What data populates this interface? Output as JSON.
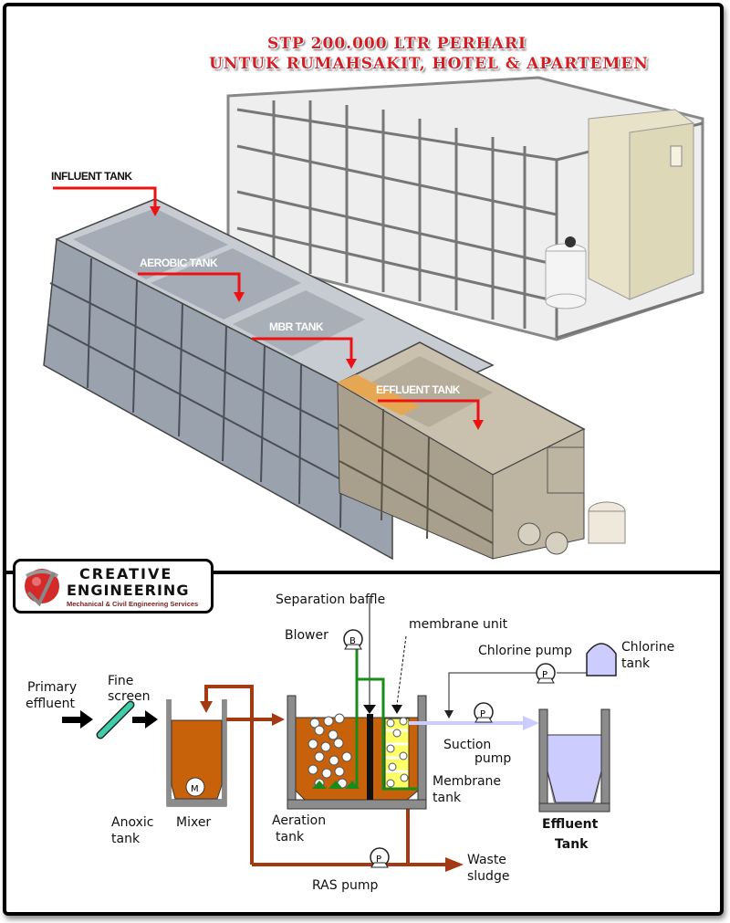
{
  "title": {
    "line1": "STP 200.000 LTR PERHARI",
    "line2": "UNTUK RUMAHSAKIT, HOTEL & APARTEMEN"
  },
  "rendering_3d": {
    "labels": {
      "influent": "INFLUENT TANK",
      "aerobic": "AEROBIC TANK",
      "mbr": "MBR TANK",
      "effluent": "EFFLUENT TANK"
    }
  },
  "logo": {
    "word1": "CREATIVE",
    "word2": "ENGINEERING",
    "tagline": "Mechanical & Civil Engineering Services"
  },
  "process_diagram": {
    "labels": {
      "primary_effluent_1": "Primary",
      "primary_effluent_2": "effluent",
      "fine_screen_1": "Fine",
      "fine_screen_2": "screen",
      "anoxic_tank_1": "Anoxic",
      "anoxic_tank_2": "tank",
      "mixer": "Mixer",
      "mixer_glyph": "M",
      "separation_baffle": "Separation baffle",
      "blower": "Blower",
      "blower_glyph": "B",
      "membrane_unit": "membrane unit",
      "chlorine_pump": "Chlorine pump",
      "chlorine_tank_1": "Chlorine",
      "chlorine_tank_2": "tank",
      "pump_glyph": "P",
      "suction_pump_1": "Suction",
      "suction_pump_2": "pump",
      "membrane_tank_1": "Membrane",
      "membrane_tank_2": "tank",
      "aeration_tank_1": "Aeration",
      "aeration_tank_2": "tank",
      "effluent_tank_1": "Effluent",
      "effluent_tank_2": "Tank",
      "ras_pump": "RAS pump",
      "waste_sludge_1": "Waste",
      "waste_sludge_2": "sludge"
    },
    "colors": {
      "sludge": "#c8620a",
      "pipe_brown": "#a33a12",
      "air_green": "#1a8a1a",
      "screen_teal": "#3ecfa8",
      "effluent_blue": "#ccccff",
      "tank_wall": "#8c8c8c",
      "membrane_yellow": "#ffff66"
    }
  }
}
